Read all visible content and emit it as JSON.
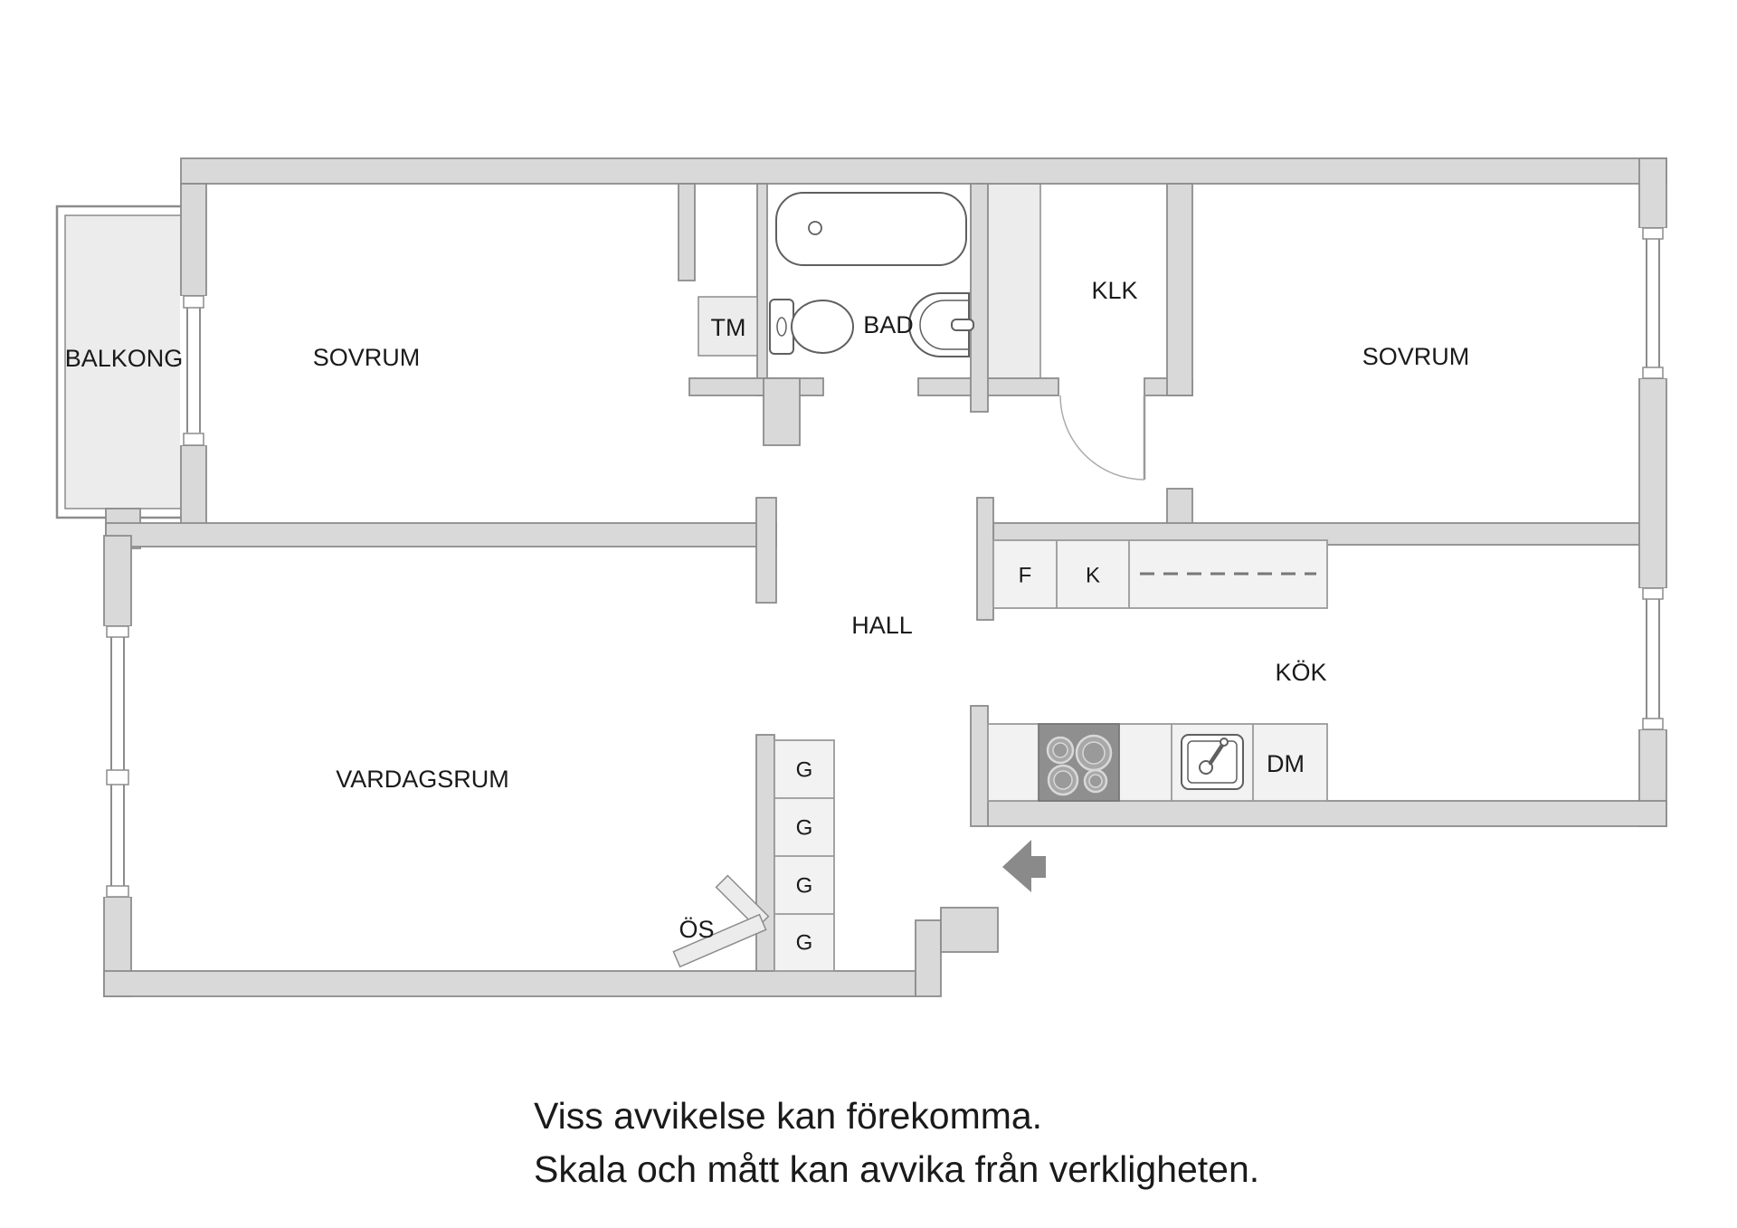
{
  "floorplan": {
    "rooms": {
      "balcony": {
        "label": "BALKONG"
      },
      "bedroom_left": {
        "label": "SOVRUM"
      },
      "bedroom_right": {
        "label": "SOVRUM"
      },
      "bathroom": {
        "label": "BAD"
      },
      "walk_in_closet": {
        "label": "KLK"
      },
      "hall": {
        "label": "HALL"
      },
      "kitchen": {
        "label": "KÖK"
      },
      "living_room": {
        "label": "VARDAGSRUM"
      }
    },
    "fixtures": {
      "washing_machine": "TM",
      "freezer_cabinet": "F",
      "fridge_cabinet": "K",
      "dishwasher": "DM",
      "fireplace": "ÖS",
      "wardrobes": [
        "G",
        "G",
        "G",
        "G"
      ]
    },
    "footer": {
      "line1": "Viss avvikelse kan förekomma.",
      "line2": "Skala och mått kan avvika från verkligheten."
    },
    "colors": {
      "wall_fill": "#d9d9d9",
      "wall_stroke": "#8c8c8c",
      "area_fill": "#ececec",
      "cabinet_fill": "#f2f2f2",
      "stove_fill": "#8f8f8f",
      "entry_arrow": "#8a8a8a",
      "label_text": "#1a1a1a",
      "fixture_stroke": "#5f5f5f"
    }
  }
}
